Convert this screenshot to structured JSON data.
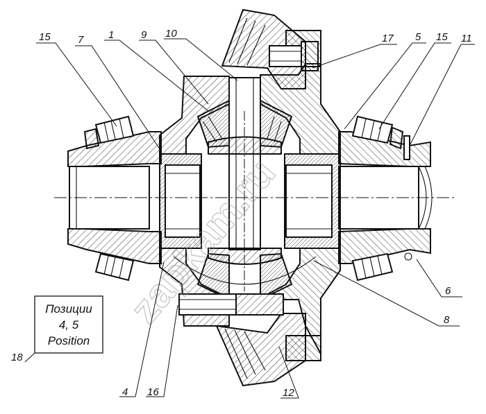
{
  "callouts": {
    "c15a": "15",
    "c7": "7",
    "c1": "1",
    "c9": "9",
    "c10": "10",
    "c17": "17",
    "c5": "5",
    "c15b": "15",
    "c11": "11",
    "c6": "6",
    "c8": "8",
    "c4": "4",
    "c16": "16",
    "c12": "12",
    "c18": "18"
  },
  "legend_box": {
    "line1": "Позиции",
    "line2": "4, 5",
    "line3": "Position"
  },
  "watermark": "zapkam.ru",
  "colors": {
    "ink": "#111111",
    "paper": "#ffffff",
    "watermark": "#9a9a9a"
  }
}
